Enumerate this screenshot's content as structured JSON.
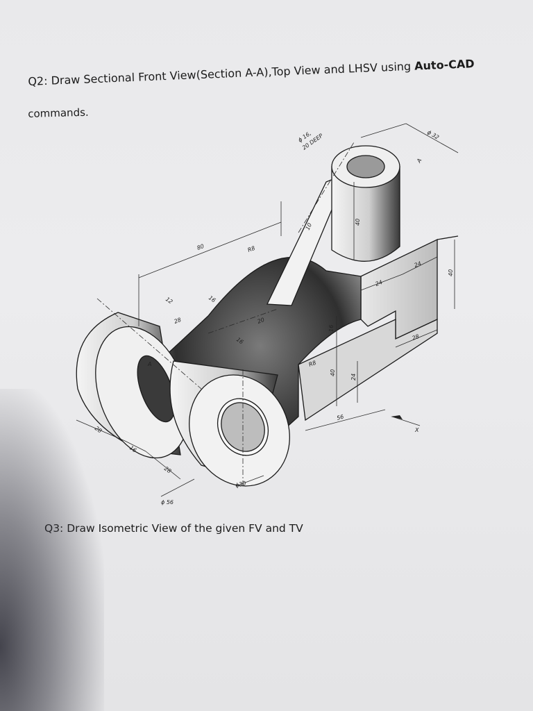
{
  "question2": {
    "text": "Q2: Draw Sectional Front View(Section A-A),Top View and LHSV using ",
    "emphasis": "Auto-CAD",
    "line2": "commands."
  },
  "question3": {
    "text": "Q3: Draw Isometric View of the given FV and TV"
  },
  "dimensions": {
    "hole_top": "ϕ 16,",
    "hole_depth": "20 DEEP",
    "boss_dia": "ϕ 32",
    "section_a_top": "A",
    "section_a_left": "A",
    "len_80": "80",
    "r8_top": "R8",
    "rib_10": "10",
    "boss_h": "40",
    "d24_a": "24",
    "d24_b": "24",
    "right_h": "40",
    "d12": "12",
    "d16_a": "16",
    "d28_a": "28",
    "d20": "20",
    "d16_b": "16",
    "d16_c": "16",
    "r8_mid": "R8",
    "d40_mid": "40",
    "d24_mid": "24",
    "d28_right": "28",
    "d56": "56",
    "d28_left": "28",
    "d16_bottom": "16",
    "d28_bottom": "28",
    "dia30": "ϕ30",
    "dia56": "ϕ 56",
    "view_x": "X"
  }
}
